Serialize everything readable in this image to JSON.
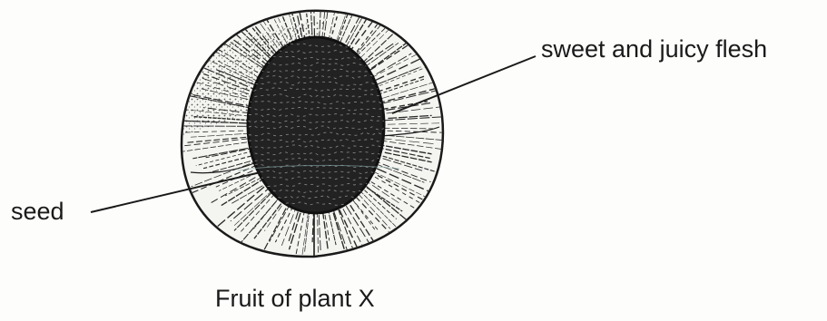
{
  "labels": {
    "flesh": "sweet and juicy flesh",
    "seed": "seed"
  },
  "caption": "Fruit of plant X",
  "colors": {
    "ink": "#1a1a1a",
    "paper": "#fdfdfb",
    "seed_fill": "#222222"
  }
}
